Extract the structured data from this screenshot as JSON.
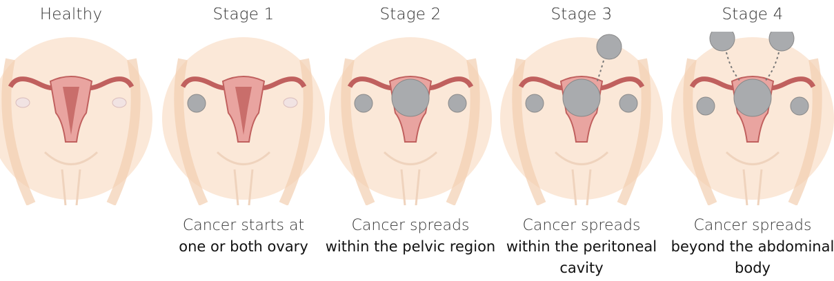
{
  "panels": [
    {
      "id": "healthy",
      "title": "Healthy",
      "caption_line1": "",
      "caption_line2": ""
    },
    {
      "id": "stage1",
      "title": "Stage 1",
      "caption_line1": "Cancer starts at",
      "caption_line2": "one or both ovary"
    },
    {
      "id": "stage2",
      "title": "Stage 2",
      "caption_line1": "Cancer spreads",
      "caption_line2": "within the pelvic region"
    },
    {
      "id": "stage3",
      "title": "Stage 3",
      "caption_line1": "Cancer spreads",
      "caption_line2": "within the peritoneal cavity"
    },
    {
      "id": "stage4",
      "title": "Stage 4",
      "caption_line1": "Cancer spreads",
      "caption_line2": "beyond the abdominal body"
    }
  ],
  "colors": {
    "skin": "#fbe8d8",
    "skin_shade": "#f2cfb0",
    "uterus": "#e9a4a0",
    "uterus_dark": "#c0605e",
    "tumor": "#a9abae",
    "ovary": "#f1e3e3"
  }
}
